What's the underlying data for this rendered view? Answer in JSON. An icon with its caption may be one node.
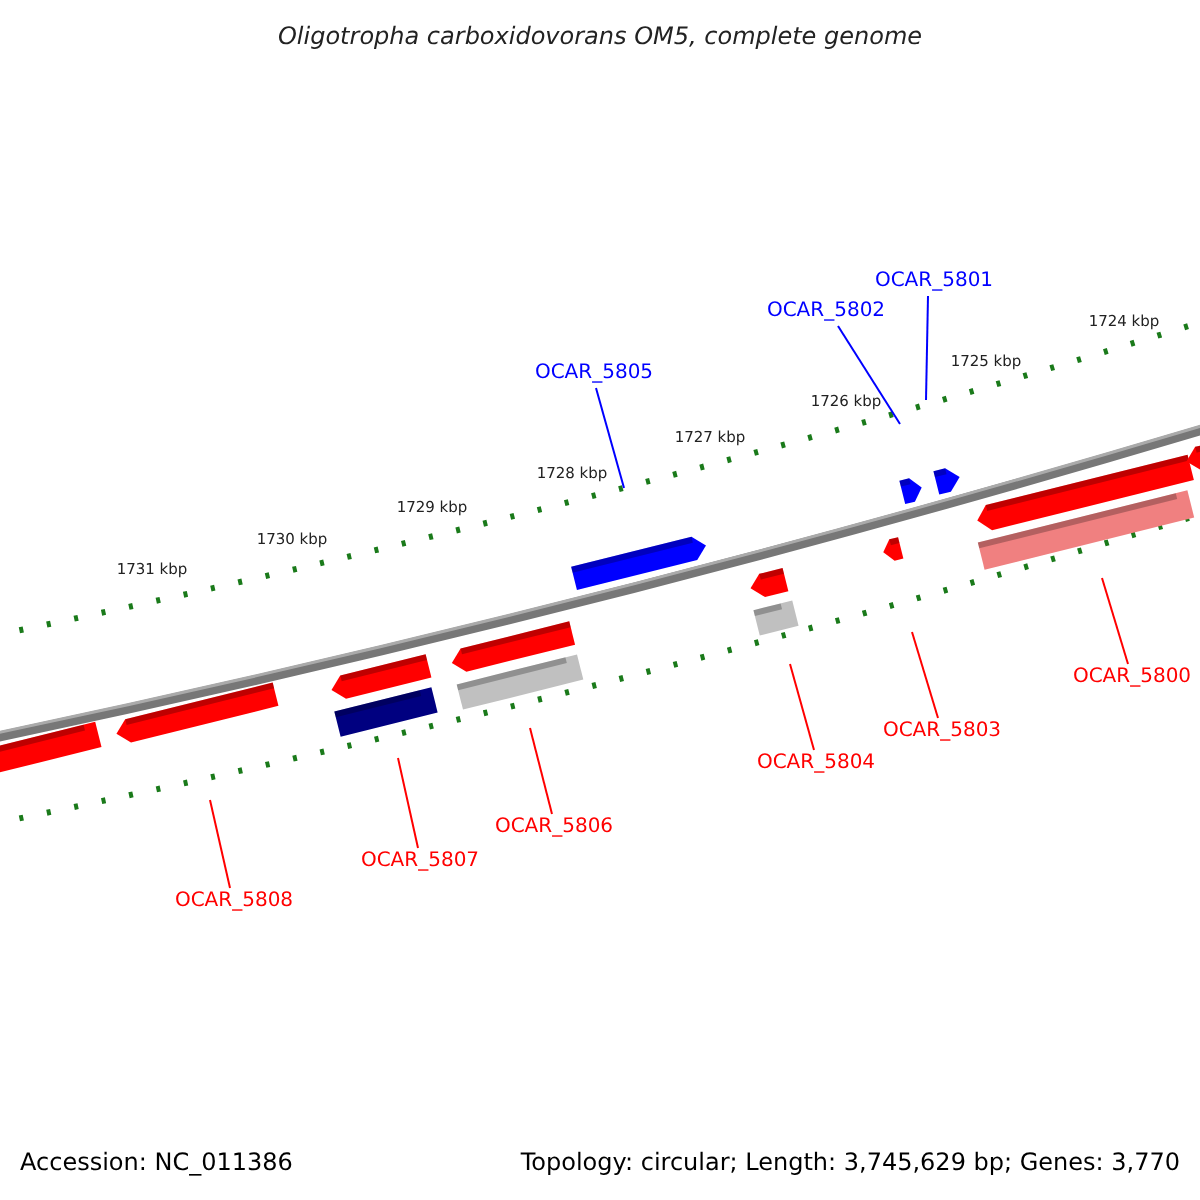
{
  "diagram": {
    "title": "Oligotropha carboxidovorans OM5, complete genome",
    "nodes": [
      {
        "text": [
          "OCAR_5801"
        ]
      },
      {
        "text": [
          "OCAR_5802"
        ]
      },
      {
        "text": [
          "OCAR_5805"
        ]
      },
      {
        "text": [
          "OCAR_5800"
        ]
      },
      {
        "text": [
          "OCAR_5803"
        ]
      },
      {
        "text": [
          "OCAR_5804"
        ]
      },
      {
        "text": [
          "OCAR_5806"
        ]
      },
      {
        "text": [
          "OCAR_5807"
        ]
      },
      {
        "text": [
          "OCAR_5808"
        ]
      }
    ],
    "edges": [
      {
        "from": 0,
        "to": null,
        "arrow": "none",
        "color": "#0000ff"
      },
      {
        "from": 1,
        "to": null,
        "arrow": "none",
        "color": "#0000ff"
      },
      {
        "from": 2,
        "to": null,
        "arrow": "none",
        "color": "#0000ff"
      },
      {
        "from": 3,
        "to": null,
        "arrow": "none"
      },
      {
        "from": 4,
        "to": null,
        "arrow": "none"
      },
      {
        "from": 5,
        "to": null,
        "arrow": "none"
      },
      {
        "from": 6,
        "to": null,
        "arrow": "none"
      },
      {
        "from": 7,
        "to": null,
        "arrow": "none"
      },
      {
        "from": 8,
        "to": null,
        "arrow": "none"
      }
    ],
    "labels": [
      "1724 kbp",
      "1725 kbp",
      "1726 kbp",
      "1727 kbp",
      "1728 kbp",
      "1729 kbp",
      "1730 kbp",
      "1731 kbp",
      "Accession: NC_011386",
      "Topology: circular; Length: 3,745,629 bp; Genes: 3,770"
    ]
  }
}
